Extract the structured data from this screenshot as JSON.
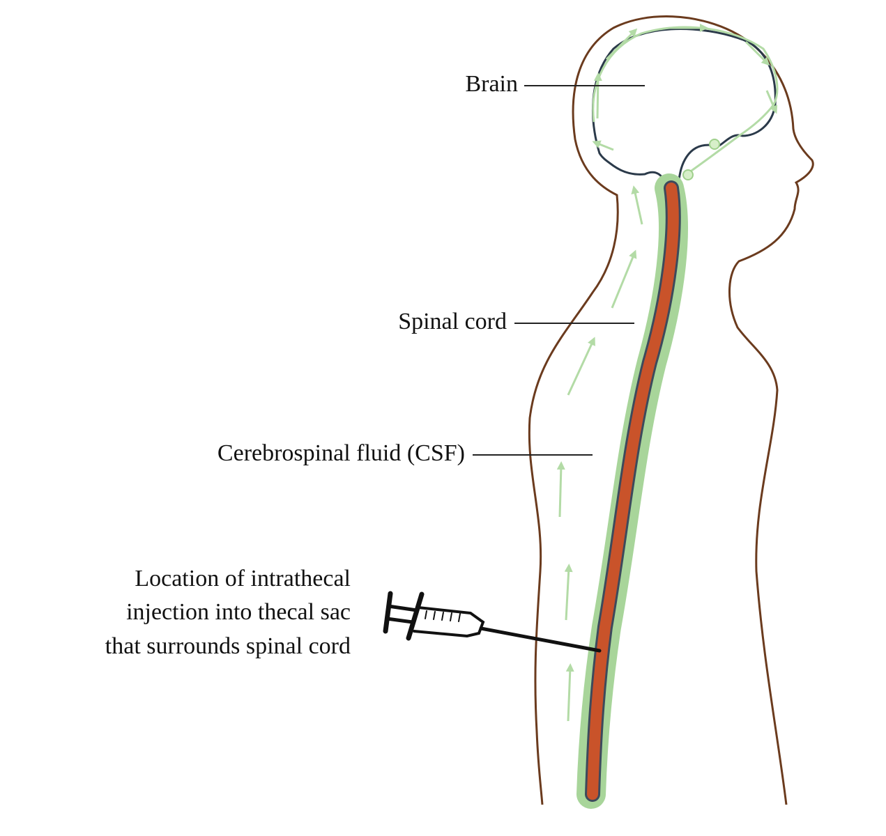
{
  "labels": {
    "brain": "Brain",
    "spinal_cord": "Spinal cord",
    "csf": "Cerebrospinal fluid (CSF)",
    "injection_line1": "Location of intrathecal",
    "injection_line2": "injection into thecal sac",
    "injection_line3": "that surrounds spinal cord"
  },
  "colors": {
    "body_outline": "#6b3b1e",
    "brain_outline": "#2b3a4a",
    "csf": "#a8d59a",
    "csf_arrows": "#b3dba6",
    "spinal_cord": "#c9532a",
    "spinal_cord_outline": "#3d4a5c",
    "syringe": "#111111"
  },
  "icons": {
    "syringe": "syringe-icon",
    "flow_arrow": "arrow-up-icon"
  }
}
